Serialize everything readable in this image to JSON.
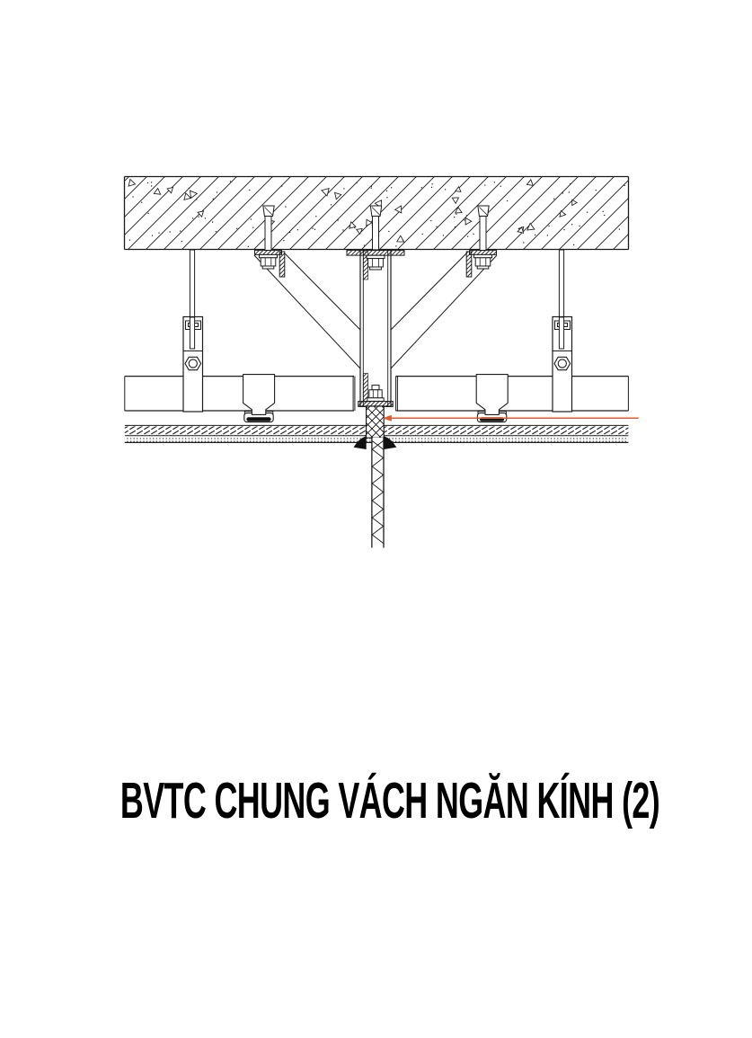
{
  "page": {
    "background": "#ffffff"
  },
  "title": {
    "text": "BVTC CHUNG VÁCH NGĂN KÍNH (2)",
    "color": "#000000"
  },
  "drawing": {
    "ink_color": "#1b1b1b",
    "leader_line": {
      "color": "#e25a2d",
      "type": "arrow-left-leader"
    },
    "components": [
      "concrete-slab",
      "anchor-bolt",
      "gusset-plate",
      "diagonal-brace",
      "vertical-support-member",
      "hanger-rod",
      "adjustable-hanger-bracket",
      "main-runner",
      "furring-channel",
      "carrier-channel",
      "ceiling-board",
      "glass-partition-panel",
      "sealant-joint"
    ]
  }
}
